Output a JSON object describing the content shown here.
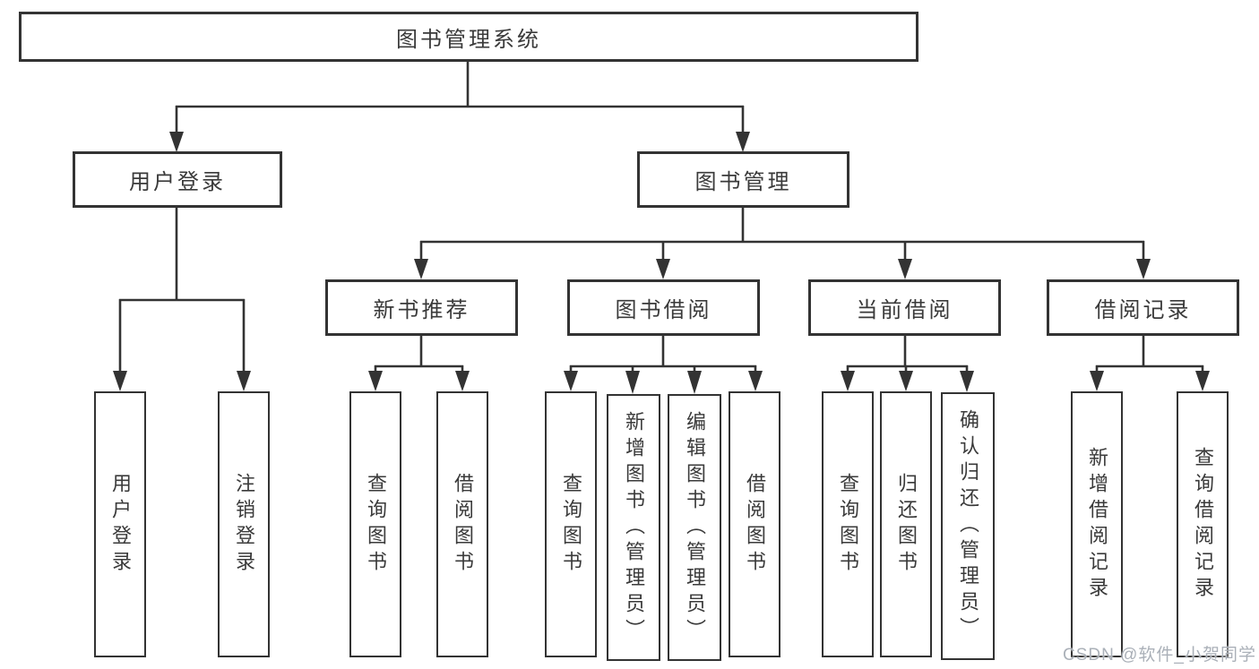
{
  "colors": {
    "line": "#333333",
    "box_border": "#333333",
    "box_fill": "#ffffff",
    "text": "#3a3a3a",
    "watermark_text": "#aab0b8",
    "background": "#ffffff"
  },
  "watermark": {
    "text": "CSDN @软件_小贺同学"
  },
  "tree": {
    "root": "图书管理系统",
    "level2": [
      {
        "label": "用户登录",
        "leaves": [
          "用户登录",
          "注销登录"
        ]
      },
      {
        "label": "图书管理",
        "groups": [
          {
            "label": "新书推荐",
            "leaves": [
              "查询图书",
              "借阅图书"
            ]
          },
          {
            "label": "图书借阅",
            "leaves": [
              "查询图书",
              "新增图书（管理员）",
              "编辑图书（管理员）",
              "借阅图书"
            ]
          },
          {
            "label": "当前借阅",
            "leaves": [
              "查询图书",
              "归还图书",
              "确认归还（管理员）"
            ]
          },
          {
            "label": "借阅记录",
            "leaves": [
              "新增借阅记录",
              "查询借阅记录"
            ]
          }
        ]
      }
    ]
  }
}
